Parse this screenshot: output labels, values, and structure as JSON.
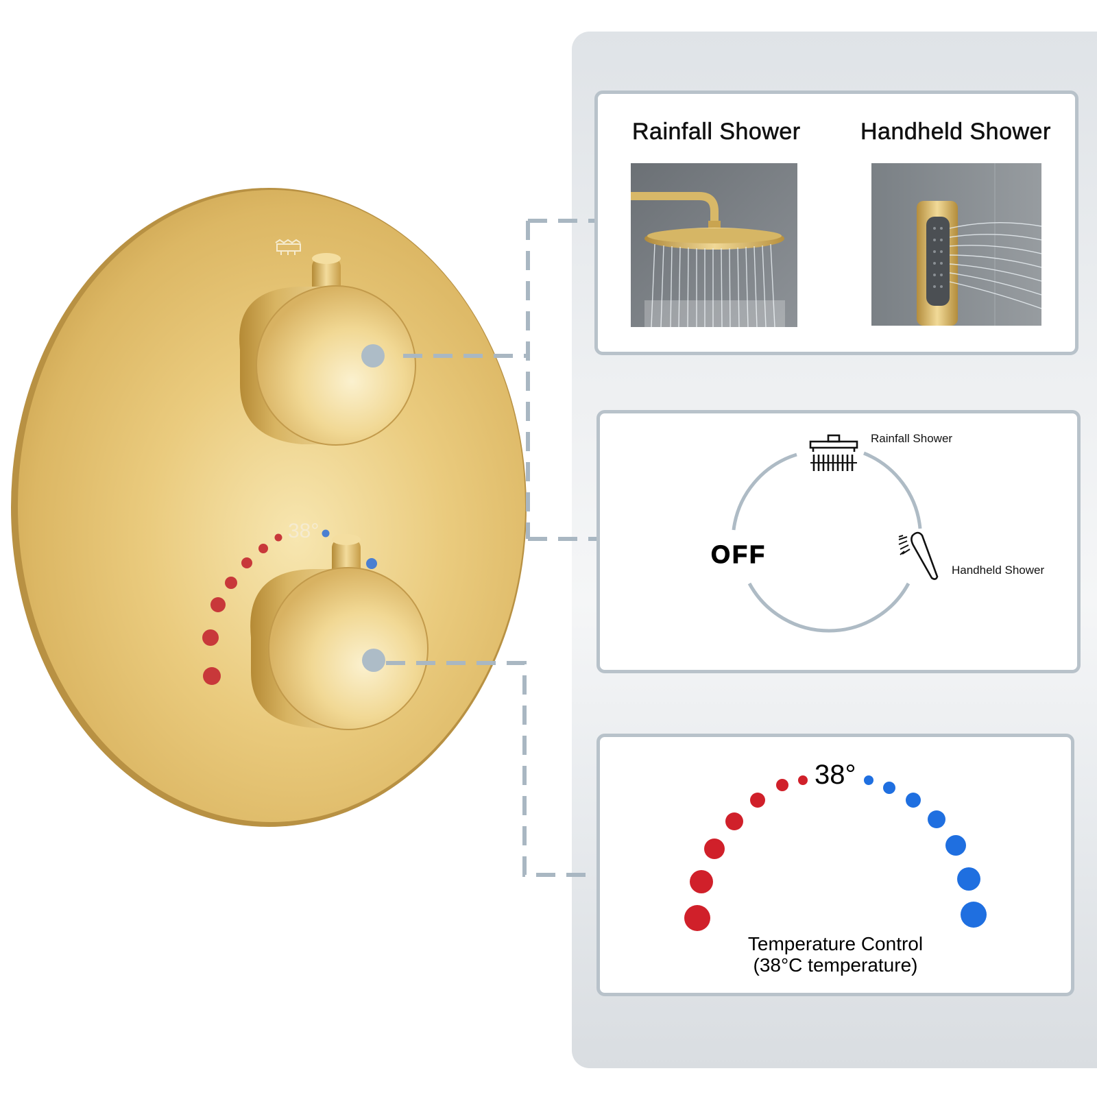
{
  "modes_card": {
    "rainfall_title": "Rainfall Shower",
    "handheld_title": "Handheld Shower"
  },
  "diverter_card": {
    "top_label": "Rainfall Shower",
    "right_label": "Handheld Shower",
    "left_label": "OFF",
    "icons": [
      "rainfall-shower-icon",
      "handheld-shower-icon"
    ]
  },
  "temperature_card": {
    "value": "38°",
    "caption_line1": "Temperature Control",
    "caption_line2": "(38°C temperature)"
  },
  "faucet_plate": {
    "dial_text": "38°"
  },
  "colors": {
    "hot": "#d0202a",
    "cold": "#1f6fe0",
    "brushed_gold": "#e3c06a",
    "connector_gray": "#a9b7c2",
    "card_border": "#b8c2ca"
  }
}
